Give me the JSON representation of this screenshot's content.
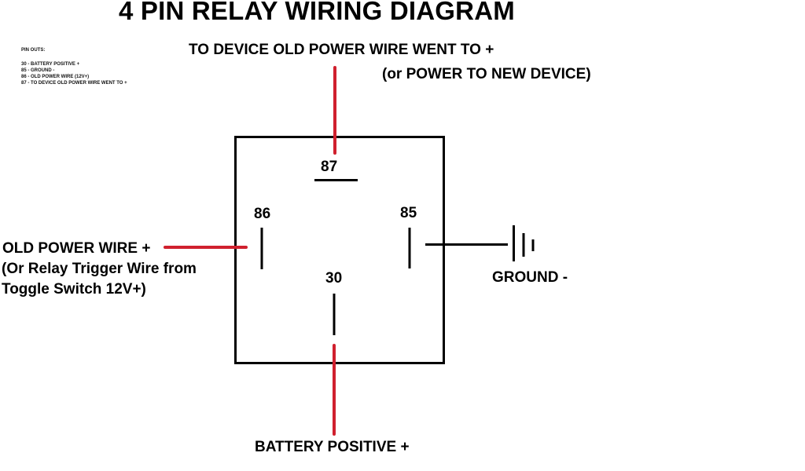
{
  "title": "4 PIN RELAY WIRING DIAGRAM",
  "pin_outs": {
    "heading": "PIN OUTS:",
    "items": [
      "30 - BATTERY POSITIVE +",
      "85 - GROUND -",
      "86 - OLD POWER WIRE (12V+)",
      "87 - TO DEVICE OLD POWER WIRE WENT TO +"
    ]
  },
  "labels": {
    "top_line1": "TO DEVICE OLD POWER WIRE WENT TO +",
    "top_line2": "(or POWER TO NEW DEVICE)",
    "left_line1": "OLD POWER WIRE +",
    "left_line2": "(Or Relay Trigger Wire from",
    "left_line3": "Toggle Switch  12V+)",
    "right": "GROUND -",
    "bottom": "BATTERY POSITIVE +"
  },
  "pins": {
    "p87": "87",
    "p86": "86",
    "p85": "85",
    "p30": "30"
  },
  "colors": {
    "wire_positive": "#d0202e",
    "wire_ground": "#000000",
    "outline": "#000000"
  }
}
